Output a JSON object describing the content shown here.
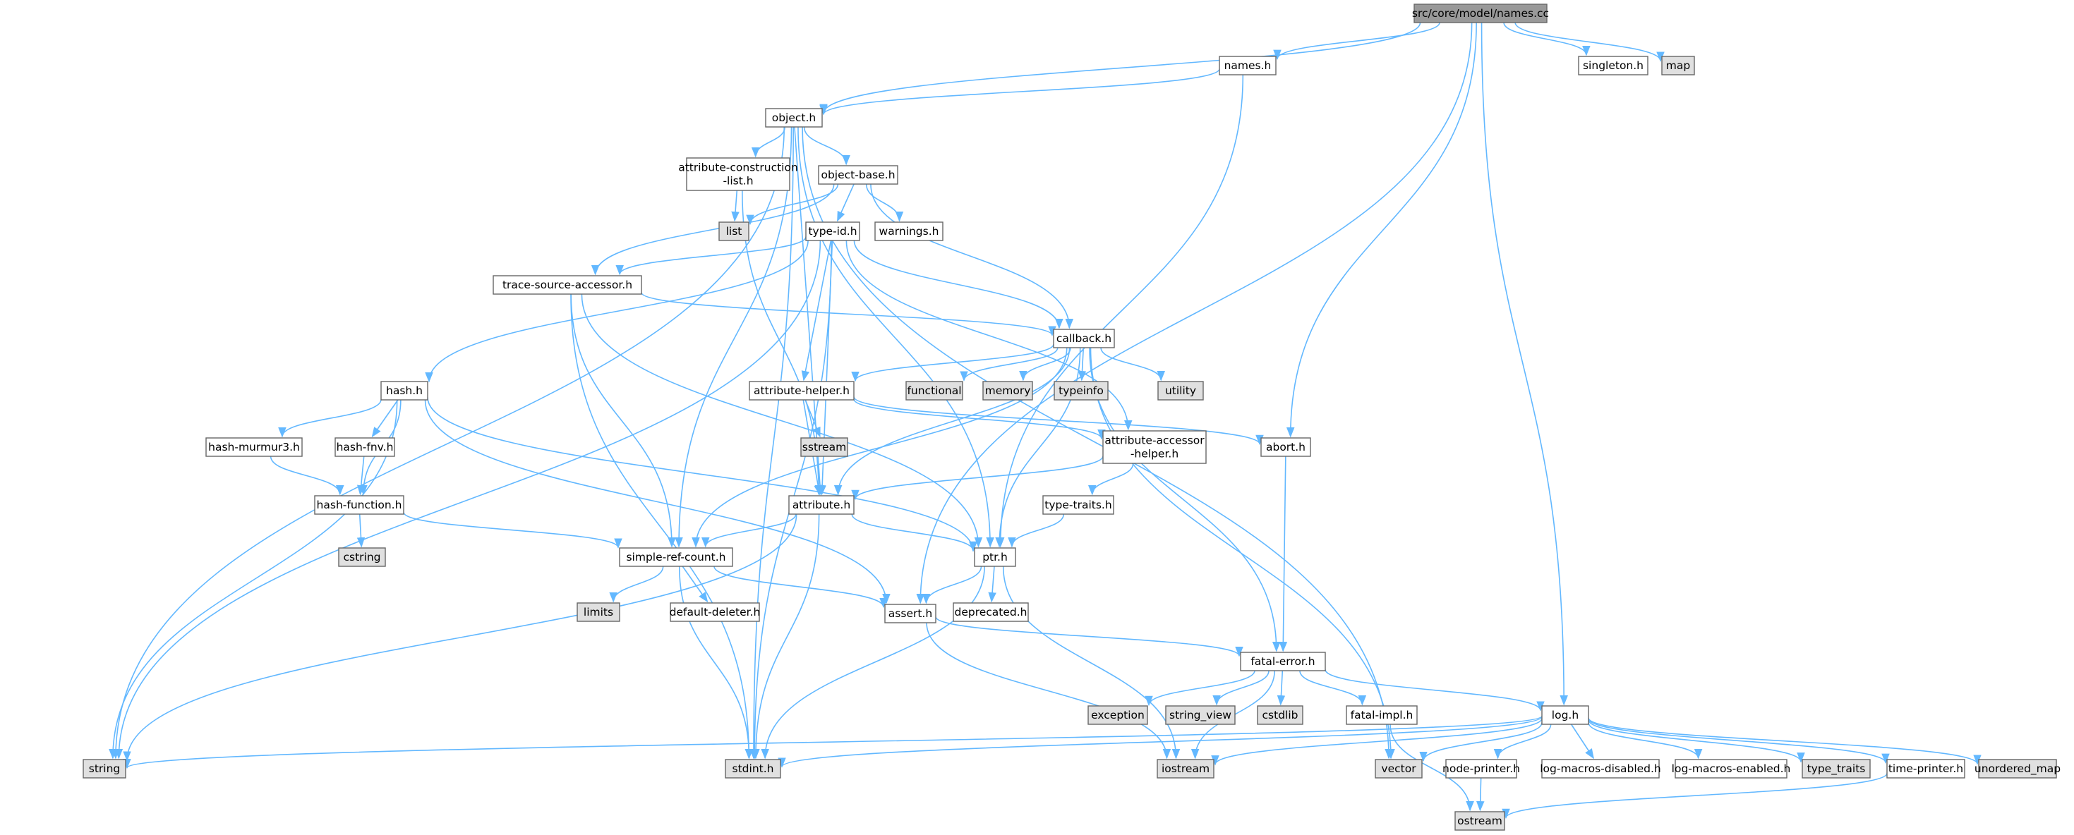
{
  "colors": {
    "edge": "#63b8ff",
    "node_fill": "#ffffff",
    "node_border": "#666666",
    "root_fill": "#999999",
    "system_fill": "#e0e0e0"
  },
  "nodes": [
    {
      "id": "root",
      "label": [
        "src/core/model/names.cc"
      ],
      "kind": "root"
    },
    {
      "id": "names",
      "label": [
        "names.h"
      ],
      "kind": "file"
    },
    {
      "id": "singleton",
      "label": [
        "singleton.h"
      ],
      "kind": "file"
    },
    {
      "id": "map",
      "label": [
        "map"
      ],
      "kind": "system"
    },
    {
      "id": "object",
      "label": [
        "object.h"
      ],
      "kind": "file"
    },
    {
      "id": "attr_constr",
      "label": [
        "attribute-construction",
        "-list.h"
      ],
      "kind": "file"
    },
    {
      "id": "object_base",
      "label": [
        "object-base.h"
      ],
      "kind": "file"
    },
    {
      "id": "list",
      "label": [
        "list"
      ],
      "kind": "system"
    },
    {
      "id": "type_id",
      "label": [
        "type-id.h"
      ],
      "kind": "file"
    },
    {
      "id": "warnings",
      "label": [
        "warnings.h"
      ],
      "kind": "file"
    },
    {
      "id": "trace_src",
      "label": [
        "trace-source-accessor.h"
      ],
      "kind": "file"
    },
    {
      "id": "callback",
      "label": [
        "callback.h"
      ],
      "kind": "file"
    },
    {
      "id": "hash",
      "label": [
        "hash.h"
      ],
      "kind": "file"
    },
    {
      "id": "hash_murmur",
      "label": [
        "hash-murmur3.h"
      ],
      "kind": "file"
    },
    {
      "id": "hash_fnv",
      "label": [
        "hash-fnv.h"
      ],
      "kind": "file"
    },
    {
      "id": "hash_function",
      "label": [
        "hash-function.h"
      ],
      "kind": "file"
    },
    {
      "id": "cstring",
      "label": [
        "cstring"
      ],
      "kind": "system"
    },
    {
      "id": "attr_helper",
      "label": [
        "attribute-helper.h"
      ],
      "kind": "file"
    },
    {
      "id": "sstream",
      "label": [
        "sstream"
      ],
      "kind": "system"
    },
    {
      "id": "functional",
      "label": [
        "functional"
      ],
      "kind": "system"
    },
    {
      "id": "memory",
      "label": [
        "memory"
      ],
      "kind": "system"
    },
    {
      "id": "typeinfo",
      "label": [
        "typeinfo"
      ],
      "kind": "system"
    },
    {
      "id": "utility",
      "label": [
        "utility"
      ],
      "kind": "system"
    },
    {
      "id": "attr_accessor",
      "label": [
        "attribute-accessor",
        "-helper.h"
      ],
      "kind": "file"
    },
    {
      "id": "abort",
      "label": [
        "abort.h"
      ],
      "kind": "file"
    },
    {
      "id": "type_traits_h",
      "label": [
        "type-traits.h"
      ],
      "kind": "file"
    },
    {
      "id": "attribute",
      "label": [
        "attribute.h"
      ],
      "kind": "file"
    },
    {
      "id": "simple_ref",
      "label": [
        "simple-ref-count.h"
      ],
      "kind": "file"
    },
    {
      "id": "ptr",
      "label": [
        "ptr.h"
      ],
      "kind": "file"
    },
    {
      "id": "limits",
      "label": [
        "limits"
      ],
      "kind": "system"
    },
    {
      "id": "default_deleter",
      "label": [
        "default-deleter.h"
      ],
      "kind": "file"
    },
    {
      "id": "assert",
      "label": [
        "assert.h"
      ],
      "kind": "file"
    },
    {
      "id": "deprecated",
      "label": [
        "deprecated.h"
      ],
      "kind": "file"
    },
    {
      "id": "fatal_error",
      "label": [
        "fatal-error.h"
      ],
      "kind": "file"
    },
    {
      "id": "exception",
      "label": [
        "exception"
      ],
      "kind": "system"
    },
    {
      "id": "string_view",
      "label": [
        "string_view"
      ],
      "kind": "system"
    },
    {
      "id": "cstdlib",
      "label": [
        "cstdlib"
      ],
      "kind": "system"
    },
    {
      "id": "fatal_impl",
      "label": [
        "fatal-impl.h"
      ],
      "kind": "file"
    },
    {
      "id": "log",
      "label": [
        "log.h"
      ],
      "kind": "file"
    },
    {
      "id": "string",
      "label": [
        "string"
      ],
      "kind": "system"
    },
    {
      "id": "stdint",
      "label": [
        "stdint.h"
      ],
      "kind": "system"
    },
    {
      "id": "iostream",
      "label": [
        "iostream"
      ],
      "kind": "system"
    },
    {
      "id": "vector",
      "label": [
        "vector"
      ],
      "kind": "system"
    },
    {
      "id": "node_printer",
      "label": [
        "node-printer.h"
      ],
      "kind": "file"
    },
    {
      "id": "log_dis",
      "label": [
        "log-macros-disabled.h"
      ],
      "kind": "file"
    },
    {
      "id": "log_en",
      "label": [
        "log-macros-enabled.h"
      ],
      "kind": "file"
    },
    {
      "id": "type_traits",
      "label": [
        "type_traits"
      ],
      "kind": "system"
    },
    {
      "id": "time_printer",
      "label": [
        "time-printer.h"
      ],
      "kind": "file"
    },
    {
      "id": "unordered_map",
      "label": [
        "unordered_map"
      ],
      "kind": "system"
    },
    {
      "id": "ostream",
      "label": [
        "ostream"
      ],
      "kind": "system"
    }
  ],
  "edges": [
    [
      "root",
      "names"
    ],
    [
      "root",
      "singleton"
    ],
    [
      "root",
      "map"
    ],
    [
      "root",
      "object"
    ],
    [
      "root",
      "abort"
    ],
    [
      "root",
      "assert"
    ],
    [
      "root",
      "log"
    ],
    [
      "names",
      "object"
    ],
    [
      "names",
      "ptr"
    ],
    [
      "object",
      "attr_constr"
    ],
    [
      "object",
      "object_base"
    ],
    [
      "object",
      "attribute"
    ],
    [
      "object",
      "ptr"
    ],
    [
      "object",
      "simple_ref"
    ],
    [
      "object",
      "string"
    ],
    [
      "object",
      "stdint"
    ],
    [
      "object",
      "vector"
    ],
    [
      "attr_constr",
      "list"
    ],
    [
      "attr_constr",
      "attribute"
    ],
    [
      "object_base",
      "list"
    ],
    [
      "object_base",
      "type_id"
    ],
    [
      "object_base",
      "warnings"
    ],
    [
      "object_base",
      "callback"
    ],
    [
      "object_base",
      "trace_src"
    ],
    [
      "type_id",
      "hash"
    ],
    [
      "type_id",
      "trace_src"
    ],
    [
      "type_id",
      "callback"
    ],
    [
      "type_id",
      "attr_helper"
    ],
    [
      "type_id",
      "attribute"
    ],
    [
      "type_id",
      "attr_accessor"
    ],
    [
      "type_id",
      "string"
    ],
    [
      "type_id",
      "stdint"
    ],
    [
      "trace_src",
      "callback"
    ],
    [
      "trace_src",
      "simple_ref"
    ],
    [
      "trace_src",
      "ptr"
    ],
    [
      "trace_src",
      "stdint"
    ],
    [
      "callback",
      "attr_helper"
    ],
    [
      "callback",
      "functional"
    ],
    [
      "callback",
      "memory"
    ],
    [
      "callback",
      "typeinfo"
    ],
    [
      "callback",
      "utility"
    ],
    [
      "callback",
      "attribute"
    ],
    [
      "callback",
      "simple_ref"
    ],
    [
      "callback",
      "ptr"
    ],
    [
      "callback",
      "fatal_error"
    ],
    [
      "callback",
      "vector"
    ],
    [
      "hash",
      "hash_murmur"
    ],
    [
      "hash",
      "hash_fnv"
    ],
    [
      "hash",
      "hash_function"
    ],
    [
      "hash",
      "assert"
    ],
    [
      "hash",
      "ptr"
    ],
    [
      "hash",
      "string"
    ],
    [
      "hash_murmur",
      "hash_function"
    ],
    [
      "hash_fnv",
      "hash_function"
    ],
    [
      "hash_function",
      "cstring"
    ],
    [
      "hash_function",
      "simple_ref"
    ],
    [
      "attr_helper",
      "sstream"
    ],
    [
      "attr_helper",
      "attribute"
    ],
    [
      "attr_helper",
      "attr_accessor"
    ],
    [
      "attr_helper",
      "abort"
    ],
    [
      "attr_accessor",
      "attribute"
    ],
    [
      "attr_accessor",
      "type_traits_h"
    ],
    [
      "type_traits_h",
      "ptr"
    ],
    [
      "abort",
      "fatal_error"
    ],
    [
      "attribute",
      "simple_ref"
    ],
    [
      "attribute",
      "ptr"
    ],
    [
      "attribute",
      "string"
    ],
    [
      "attribute",
      "stdint"
    ],
    [
      "simple_ref",
      "limits"
    ],
    [
      "simple_ref",
      "default_deleter"
    ],
    [
      "simple_ref",
      "assert"
    ],
    [
      "simple_ref",
      "stdint"
    ],
    [
      "ptr",
      "assert"
    ],
    [
      "ptr",
      "deprecated"
    ],
    [
      "ptr",
      "iostream"
    ],
    [
      "ptr",
      "stdint"
    ],
    [
      "assert",
      "fatal_error"
    ],
    [
      "assert",
      "iostream"
    ],
    [
      "fatal_error",
      "exception"
    ],
    [
      "fatal_error",
      "string_view"
    ],
    [
      "fatal_error",
      "cstdlib"
    ],
    [
      "fatal_error",
      "fatal_impl"
    ],
    [
      "fatal_error",
      "log"
    ],
    [
      "fatal_error",
      "iostream"
    ],
    [
      "fatal_impl",
      "ostream"
    ],
    [
      "log",
      "string"
    ],
    [
      "log",
      "stdint"
    ],
    [
      "log",
      "iostream"
    ],
    [
      "log",
      "vector"
    ],
    [
      "log",
      "node_printer"
    ],
    [
      "log",
      "log_dis"
    ],
    [
      "log",
      "log_en"
    ],
    [
      "log",
      "type_traits"
    ],
    [
      "log",
      "time_printer"
    ],
    [
      "log",
      "unordered_map"
    ],
    [
      "node_printer",
      "ostream"
    ],
    [
      "time_printer",
      "ostream"
    ]
  ]
}
